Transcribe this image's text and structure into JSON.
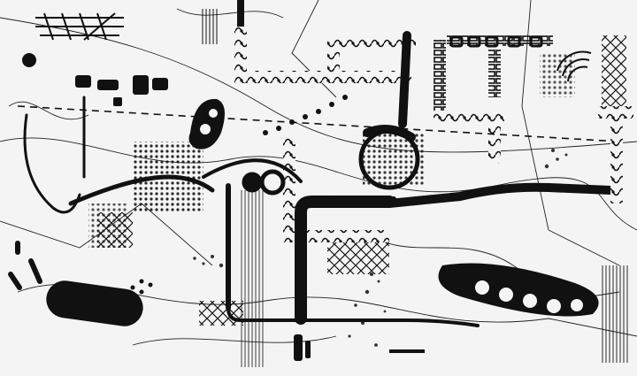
{
  "artwork": {
    "palette": {
      "ink": "#111111",
      "paper": "#f4f4f4",
      "mid": "#8a8a8a"
    },
    "motifs": [
      "ornamental-frame",
      "scribble-lines",
      "halftone-dots",
      "pipe-curves",
      "crosshatch-diamonds",
      "perforated-bars"
    ],
    "text": []
  }
}
